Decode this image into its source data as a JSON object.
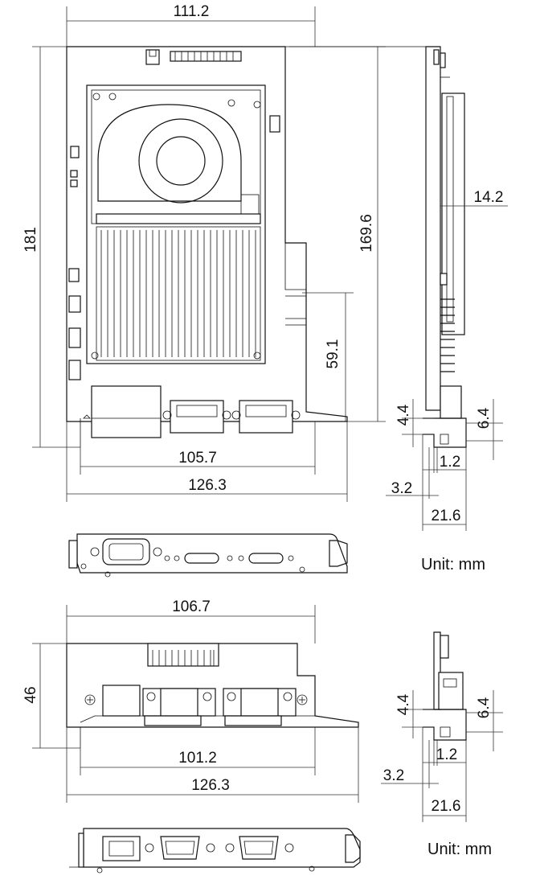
{
  "top_view": {
    "width_board": "111.2",
    "height_total": "181",
    "height_board": "169.6",
    "height_slot": "59.1",
    "width_mid": "105.7",
    "width_bracket": "126.3"
  },
  "top_side": {
    "thickness": "14.2",
    "gap_a": "4.4",
    "gap_b": "6.4",
    "offset_small": "1.2",
    "offset_left": "3.2",
    "width_total": "21.6"
  },
  "bottom_view": {
    "width_board": "106.7",
    "height_board": "46",
    "width_mid": "101.2",
    "width_bracket": "126.3"
  },
  "bottom_side": {
    "gap_a": "4.4",
    "gap_b": "6.4",
    "offset_small": "1.2",
    "offset_left": "3.2",
    "width_total": "21.6"
  },
  "unit_top": "Unit: mm",
  "unit_bottom": "Unit: mm"
}
